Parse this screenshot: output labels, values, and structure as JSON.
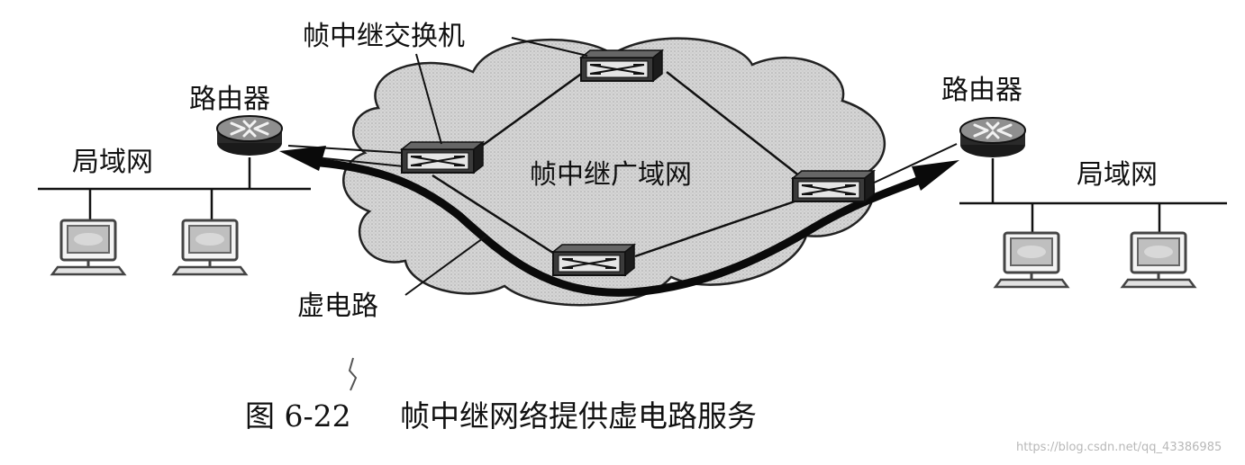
{
  "labels": {
    "frame_relay_switch": "帧中继交换机",
    "router_left": "路由器",
    "router_right": "路由器",
    "lan_left": "局域网",
    "lan_right": "局域网",
    "wan": "帧中继广域网",
    "virtual_circuit": "虚电路"
  },
  "caption": {
    "number": "图 6-22",
    "text": "帧中继网络提供虚电路服务"
  },
  "watermark": "https://blog.csdn.net/qq_43386985",
  "colors": {
    "ink": "#111111",
    "cloud": "#d4d4d4",
    "paper": "#ffffff"
  }
}
